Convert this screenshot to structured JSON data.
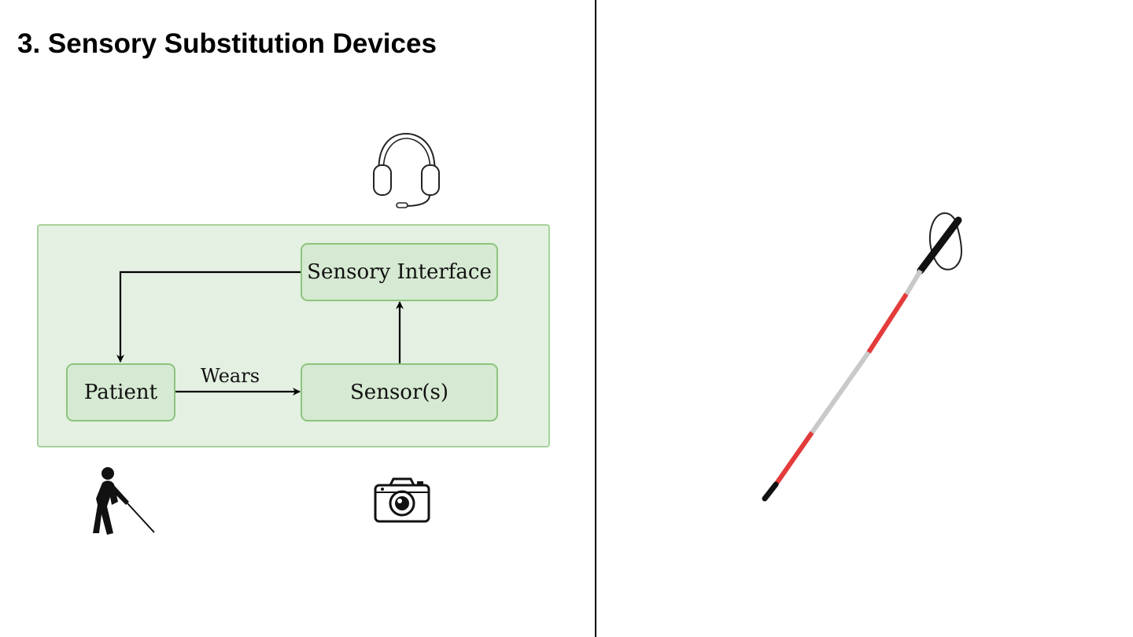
{
  "slide": {
    "title": "3. Sensory Substitution Devices"
  },
  "diagram": {
    "nodes": {
      "sensory_interface": "Sensory Interface",
      "patient": "Patient",
      "sensors": "Sensor(s)"
    },
    "edges": {
      "patient_to_sensors": "Wears"
    }
  },
  "icons": {
    "headphones": "headphones-icon",
    "walking_person": "blind-person-with-cane-icon",
    "camera": "camera-icon",
    "white_cane": "white-cane-icon"
  },
  "colors": {
    "panel_fill": "#e4f0e2",
    "panel_border": "#a6d29c",
    "node_fill": "#d6e9d2",
    "node_border": "#8cc47e",
    "cane_red": "#e33b3b",
    "cane_white": "#c9c9c9"
  }
}
